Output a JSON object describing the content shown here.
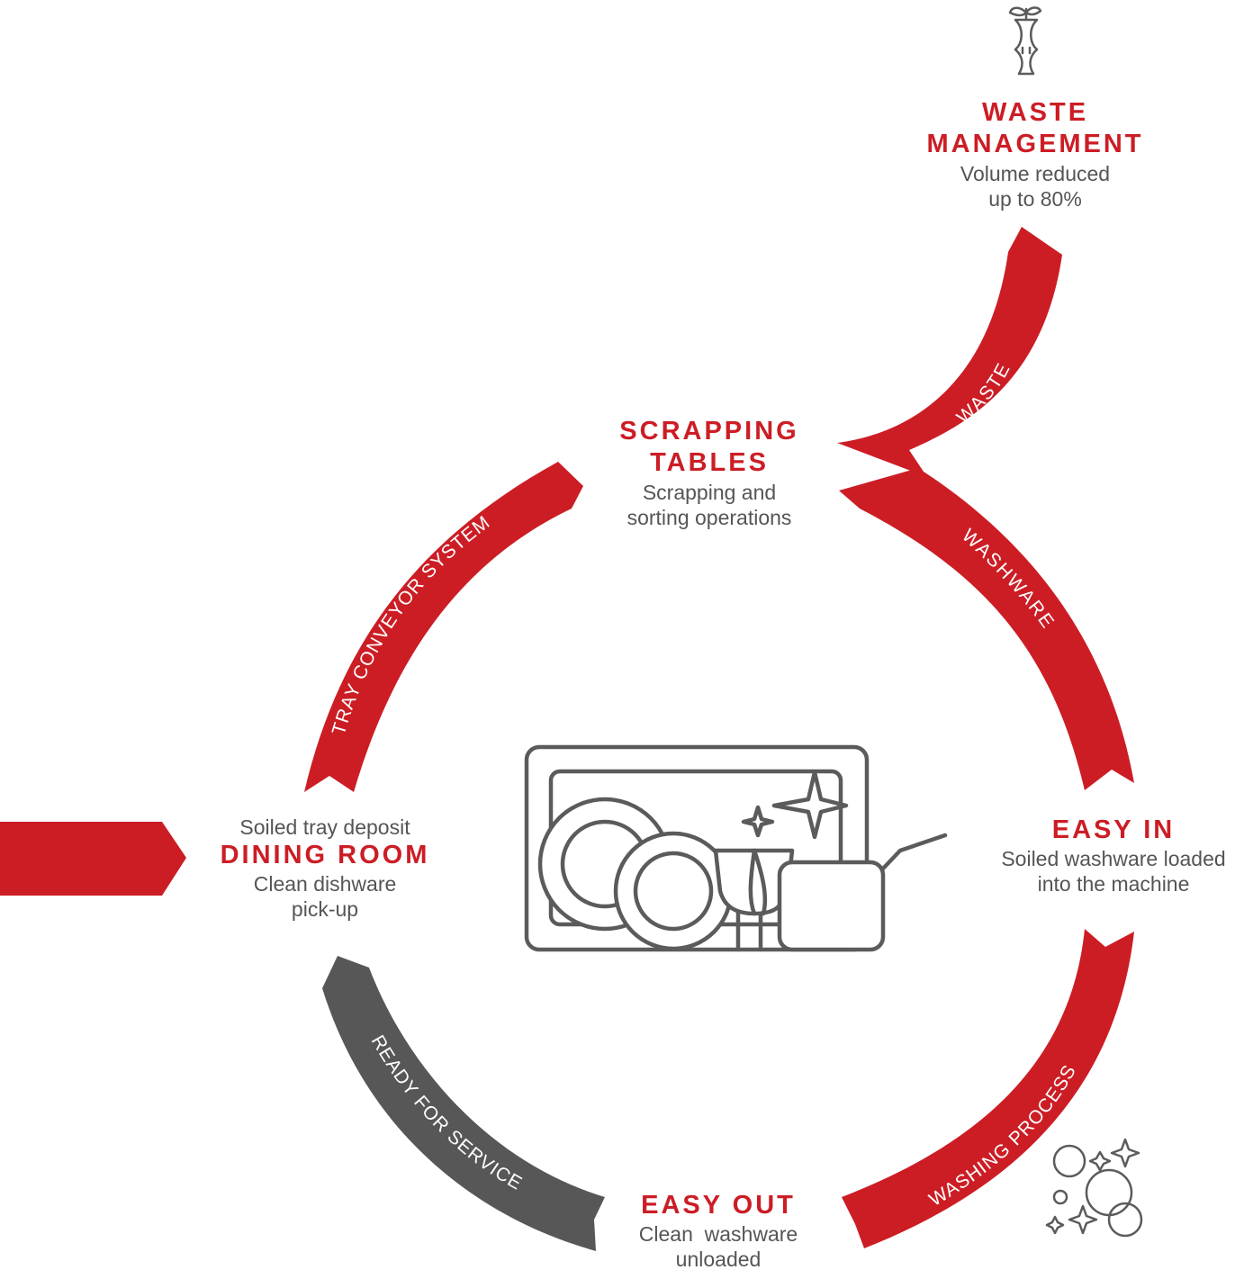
{
  "colors": {
    "accent": "#cc1d25",
    "dark": "#575757",
    "icon": "#5b5b5b",
    "text": "#555555"
  },
  "nodes": {
    "waste_management": {
      "title_line1": "WASTE",
      "title_line2": "MANAGEMENT",
      "sub_line1": "Volume reduced",
      "sub_line2": "up to 80%"
    },
    "scrapping_tables": {
      "title_line1": "SCRAPPING",
      "title_line2": "TABLES",
      "sub_line1": "Scrapping and",
      "sub_line2": "sorting operations"
    },
    "easy_in": {
      "title": "EASY IN",
      "sub_line1": "Soiled washware loaded",
      "sub_line2": "into the machine"
    },
    "easy_out": {
      "title": "EASY OUT",
      "sub_line1": "Clean  washware",
      "sub_line2": "unloaded"
    },
    "dining_room": {
      "pre": "Soiled tray deposit",
      "title": "DINING ROOM",
      "sub_line1": "Clean dishware",
      "sub_line2": "pick-up"
    }
  },
  "arrows": {
    "waste": "WASTE",
    "washware": "WASHWARE",
    "tray_conveyor": "TRAY CONVEYOR SYSTEM",
    "washing_process": "WASHING PROCESS",
    "ready_for_service": "READY FOR SERVICE"
  },
  "icons": {
    "top": "apple-core-icon",
    "center": "dish-rack-icon",
    "bubbles": "bubbles-sparkle-icon",
    "left": "entry-arrow-icon"
  }
}
